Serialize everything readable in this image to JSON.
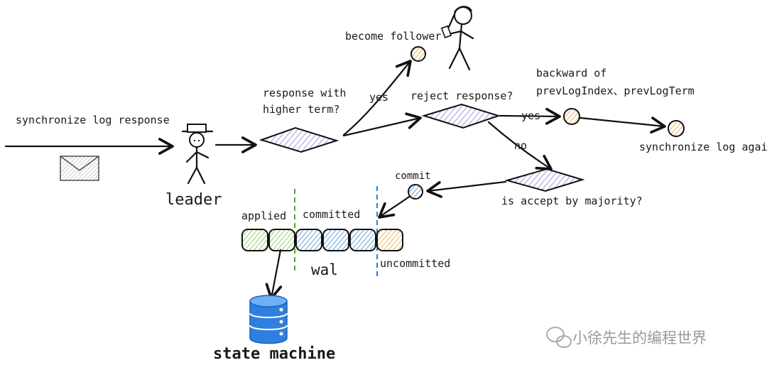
{
  "labels": {
    "sync_response": "synchronize log response",
    "leader": "leader",
    "response_higher_term_1": "response with",
    "response_higher_term_2": "higher term?",
    "yes_1": "yes",
    "become_follower": "become follower",
    "reject_response": "reject response?",
    "yes_2": "yes",
    "backward_1": "backward of",
    "backward_2": "prevLogIndex、prevLogTerm",
    "sync_again": "synchronize log again",
    "no": "no",
    "majority": "is accept by majority?",
    "commit": "commit",
    "applied": "applied",
    "committed": "committed",
    "wal": "wal",
    "uncommitted": "uncommitted",
    "state_machine": "state machine",
    "watermark": "小徐先生的编程世界"
  },
  "log_entries": [
    {
      "state": "applied",
      "color": "#7cc242"
    },
    {
      "state": "applied",
      "color": "#7cc242"
    },
    {
      "state": "committed",
      "color": "#3b8fd6"
    },
    {
      "state": "committed",
      "color": "#3b8fd6"
    },
    {
      "state": "committed",
      "color": "#3b8fd6"
    },
    {
      "state": "uncommitted",
      "color": "#f0a030"
    }
  ],
  "colors": {
    "decision_fill": "#8a7ee0",
    "node_fill": "#f5b43a",
    "commit_node": "#4a90d9",
    "applied_divider": "#5aa02c",
    "committed_divider": "#2a7fd0",
    "database": "#2f7fe0"
  },
  "icons": [
    "envelope-icon",
    "stick-figure-leader-icon",
    "stick-figure-follower-icon",
    "database-icon",
    "wechat-icon"
  ]
}
